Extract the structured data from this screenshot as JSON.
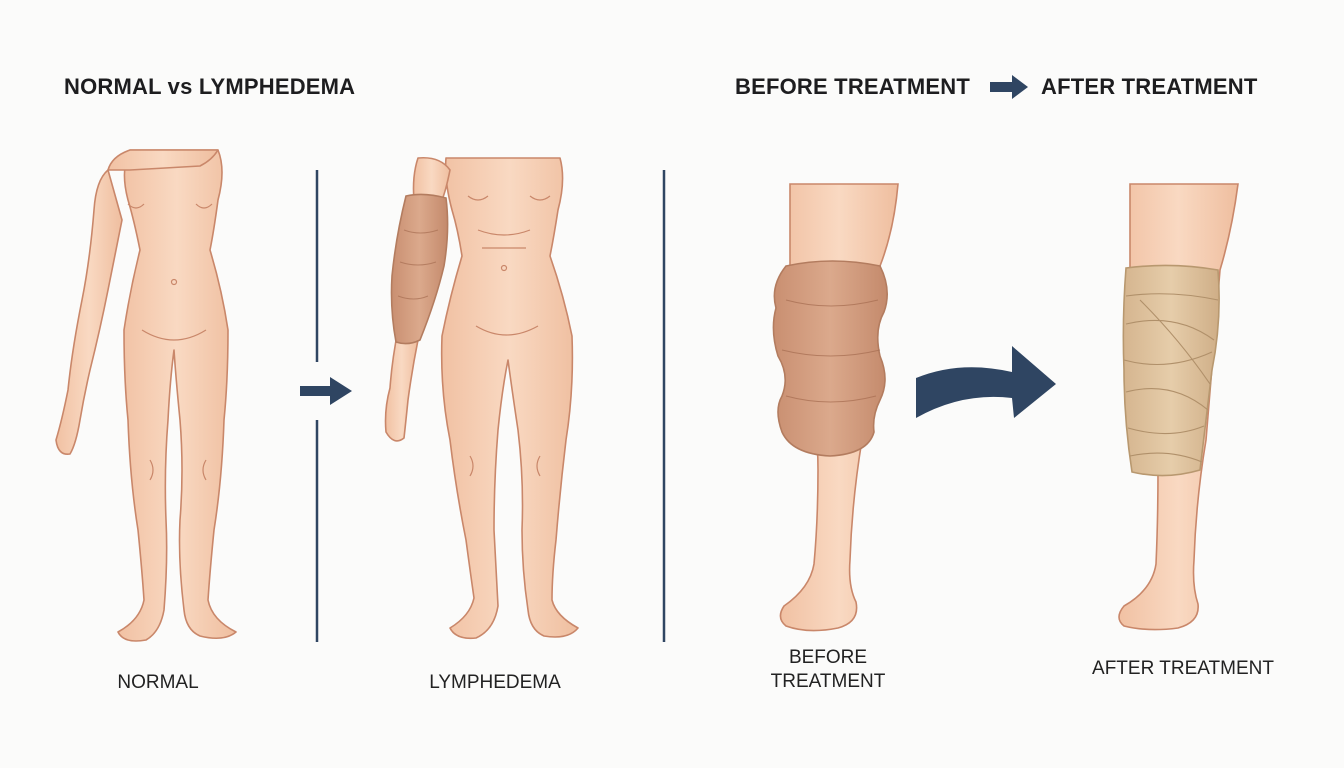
{
  "headings": {
    "left": "NORMAL vs LYMPHEDEMA",
    "right_before": "BEFORE TREATMENT",
    "right_after": "AFTER TREATMENT"
  },
  "labels": {
    "normal": "NORMAL",
    "lymphedema": "LYMPHEDEMA",
    "before_line1": "BEFORE",
    "before_line2": "TREATMENT",
    "after": "AFTER TREATMENT"
  },
  "colors": {
    "skin": "#f6cfb3",
    "skin_outline": "#c9876a",
    "swelling": "#cf9a7d",
    "bandage": "#dcc09c",
    "arrow": "#2f4562",
    "divider": "#2f4562"
  }
}
